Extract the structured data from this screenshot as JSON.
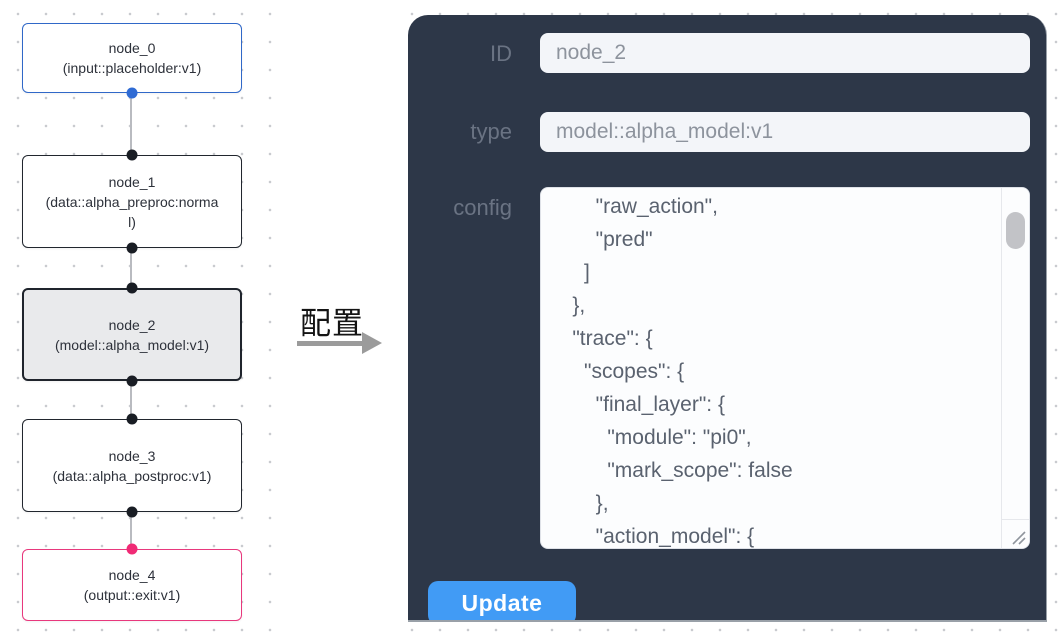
{
  "canvas": {
    "nodes": [
      {
        "id": "node_0",
        "label": "node_0",
        "type_label": "(input::placeholder:v1)",
        "state": "input",
        "border_color": "#3068c8"
      },
      {
        "id": "node_1",
        "label": "node_1",
        "type_label": "(data::alpha_preproc:normal)",
        "state": "default",
        "border_color": "#21262e"
      },
      {
        "id": "node_2",
        "label": "node_2",
        "type_label": "(model::alpha_model:v1)",
        "state": "selected",
        "border_color": "#1f242c"
      },
      {
        "id": "node_3",
        "label": "node_3",
        "type_label": "(data::alpha_postproc:v1)",
        "state": "default",
        "border_color": "#21262e"
      },
      {
        "id": "node_4",
        "label": "node_4",
        "type_label": "(output::exit:v1)",
        "state": "output",
        "border_color": "#e8387d"
      }
    ],
    "port_colors": {
      "input": "#2f6bd4",
      "default": "#191d24",
      "output": "#f02a75"
    }
  },
  "transition": {
    "label": "配置"
  },
  "panel": {
    "fields": [
      {
        "label": "ID",
        "value": "node_2"
      },
      {
        "label": "type",
        "value": "model::alpha_model:v1"
      }
    ],
    "config_label": "config",
    "config_text": "        \"raw_action\",\n        \"pred\"\n      ]\n    },\n    \"trace\": {\n      \"scopes\": {\n        \"final_layer\": {\n          \"module\": \"pi0\",\n          \"mark_scope\": false\n        },\n        \"action_model\": {",
    "update_label": "Update"
  },
  "colors": {
    "panel_background": "#2d3748",
    "button_blue": "#419bf5",
    "input_background": "#f3f5f9",
    "selected_node_fill": "#e9eaec",
    "arrow_gray": "#9b9b9b",
    "dot_grid": "#c9cbcf"
  }
}
